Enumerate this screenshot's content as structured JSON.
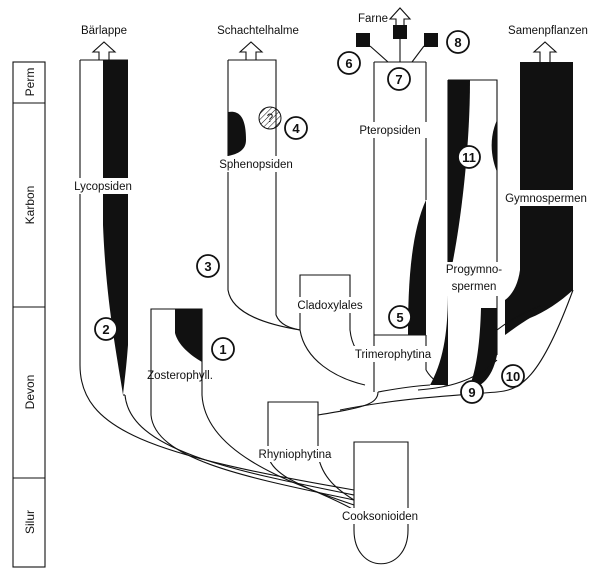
{
  "periods": {
    "perm": "Perm",
    "karbon": "Karbon",
    "devon": "Devon",
    "silur": "Silur"
  },
  "top_labels": {
    "baerlappe": "Bärlappe",
    "schachtelhalme": "Schachtelhalme",
    "farne": "Farne",
    "samenpflanzen": "Samenpflanzen"
  },
  "groups": {
    "lycopsiden": "Lycopsiden",
    "sphenopsiden": "Sphenopsiden",
    "pteropsiden": "Pteropsiden",
    "gymnospermen": "Gymnospermen",
    "progymno_1": "Progymno-",
    "progymno_2": "spermen",
    "cladoxylales": "Cladoxylales",
    "trimerophytina": "Trimerophytina",
    "zosterophyll": "Zosterophyll.",
    "rhyniophytina": "Rhyniophytina",
    "cooksonioiden": "Cooksonioiden",
    "question": "?"
  },
  "markers": [
    "1",
    "2",
    "3",
    "4",
    "5",
    "6",
    "7",
    "8",
    "9",
    "10",
    "11"
  ]
}
